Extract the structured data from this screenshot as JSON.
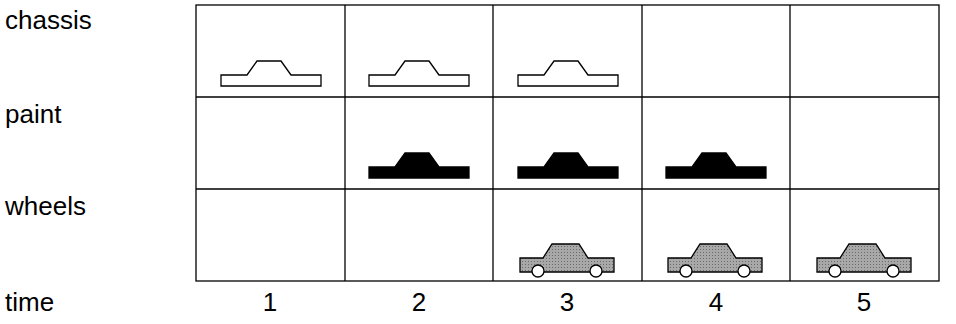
{
  "diagram": {
    "labels": [
      "chassis",
      "paint",
      "wheels",
      "time",
      "1",
      "2",
      "3",
      "4",
      "5"
    ]
  }
}
